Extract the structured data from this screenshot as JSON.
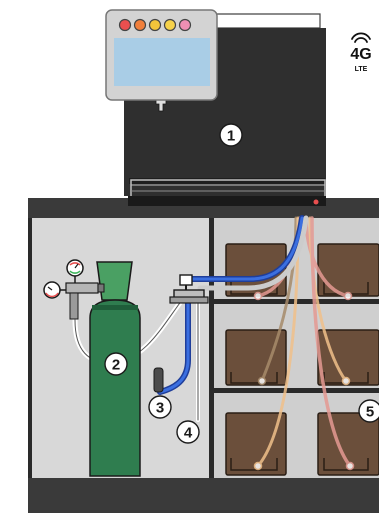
{
  "connectivity": {
    "network": "4G",
    "technology": "LTE"
  },
  "callouts": [
    "1",
    "2",
    "3",
    "4",
    "5"
  ],
  "screen": {
    "status_dot_colors": [
      "#e94f4f",
      "#f07f3c",
      "#f2c43a",
      "#f6d24a",
      "#ef8fb3"
    ]
  },
  "colors": {
    "machine_body": "#2f2f2f",
    "cabinet_frame": "#3a3a3a",
    "cabinet_interior": "#d8d8d8",
    "co2_cylinder": "#2f7d4f",
    "co2_cylinder_top": "#4aa063",
    "water_line": "#2f5fd6",
    "concentrate_box": "#6b4f3b",
    "concentrate_line_pink": "#e59a93",
    "concentrate_line_peach": "#f0c08a"
  }
}
